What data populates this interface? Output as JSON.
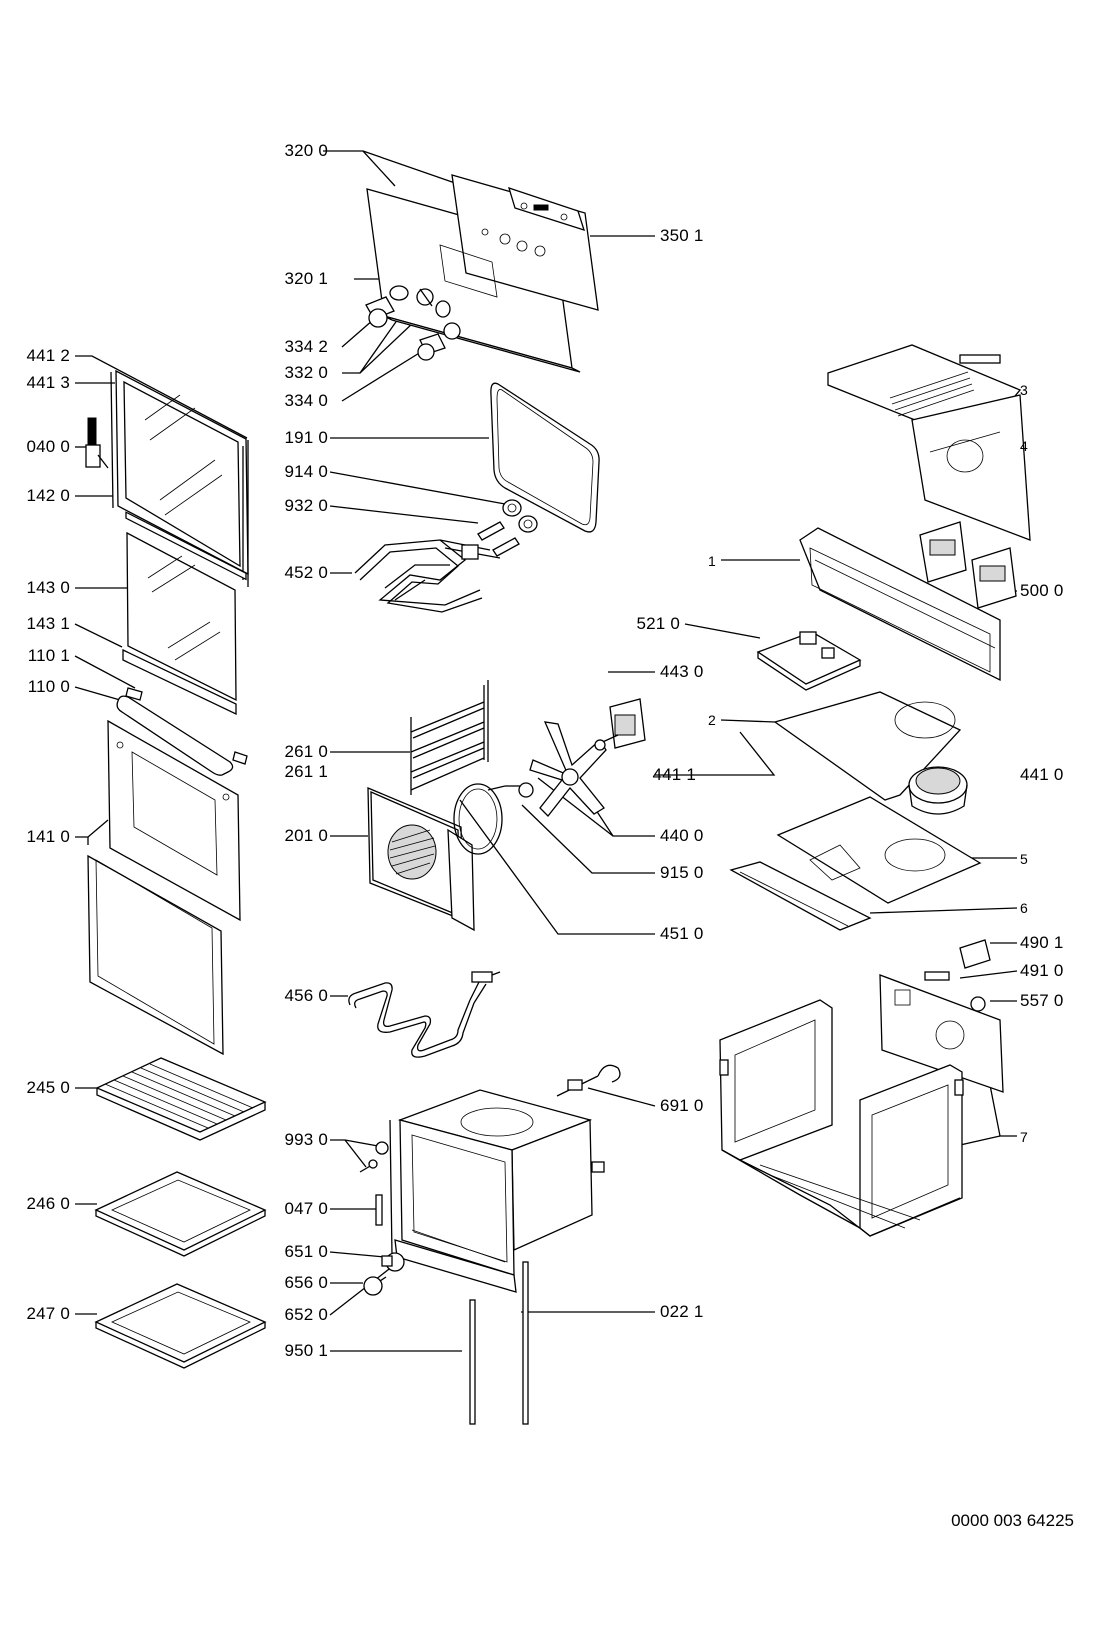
{
  "labels": {
    "l3200": "320 0",
    "l3501": "350 1",
    "l3201": "320 1",
    "l3342": "334 2",
    "l3320": "332 0",
    "l3340": "334 0",
    "l1910": "191 0",
    "l9140": "914 0",
    "l9320": "932 0",
    "l4520": "452 0",
    "l4412": "441 2",
    "l4413": "441 3",
    "l0400": "040 0",
    "l1420": "142 0",
    "l1430": "143 0",
    "l1431": "143 1",
    "l1101": "110 1",
    "l1100": "110 0",
    "l1410": "141 0",
    "l2610": "261 0",
    "l2611": "261 1",
    "l2010": "201 0",
    "l4430": "443 0",
    "l4400": "440 0",
    "l9150": "915 0",
    "l4510": "451 0",
    "l4560": "456 0",
    "l2450": "245 0",
    "l2460": "246 0",
    "l2470": "247 0",
    "l9930": "993 0",
    "l0470": "047 0",
    "l6510": "651 0",
    "l6560": "656 0",
    "l6520": "652 0",
    "l9501": "950 1",
    "l0221": "022 1",
    "l6910": "691 0",
    "l3": "3",
    "l4": "4",
    "l1": "1",
    "l5000": "500 0",
    "l5210": "521 0",
    "l2": "2",
    "l4411": "441 1",
    "l4410": "441 0",
    "l5": "5",
    "l6": "6",
    "l4901": "490 1",
    "l4910": "491 0",
    "l5570": "557 0",
    "l7": "7"
  },
  "doc_id": "0000 003 64225"
}
